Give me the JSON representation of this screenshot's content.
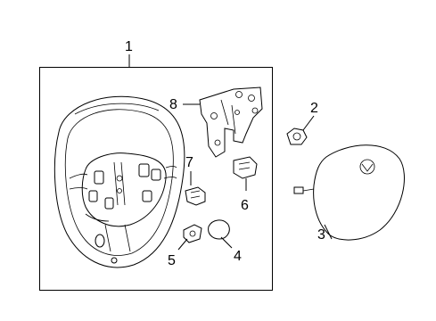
{
  "callouts": {
    "c1": "1",
    "c2": "2",
    "c3": "3",
    "c4": "4",
    "c5": "5",
    "c6": "6",
    "c7": "7",
    "c8": "8"
  },
  "parts": [
    {
      "callout": "1",
      "icon": "steering-wheel-icon"
    },
    {
      "callout": "2",
      "icon": "nut-icon"
    },
    {
      "callout": "3",
      "icon": "airbag-module-icon"
    },
    {
      "callout": "4",
      "icon": "switch-cap-icon"
    },
    {
      "callout": "5",
      "icon": "switch-icon"
    },
    {
      "callout": "6",
      "icon": "control-switch-icon"
    },
    {
      "callout": "7",
      "icon": "control-switch-icon"
    },
    {
      "callout": "8",
      "icon": "bracket-icon"
    }
  ]
}
